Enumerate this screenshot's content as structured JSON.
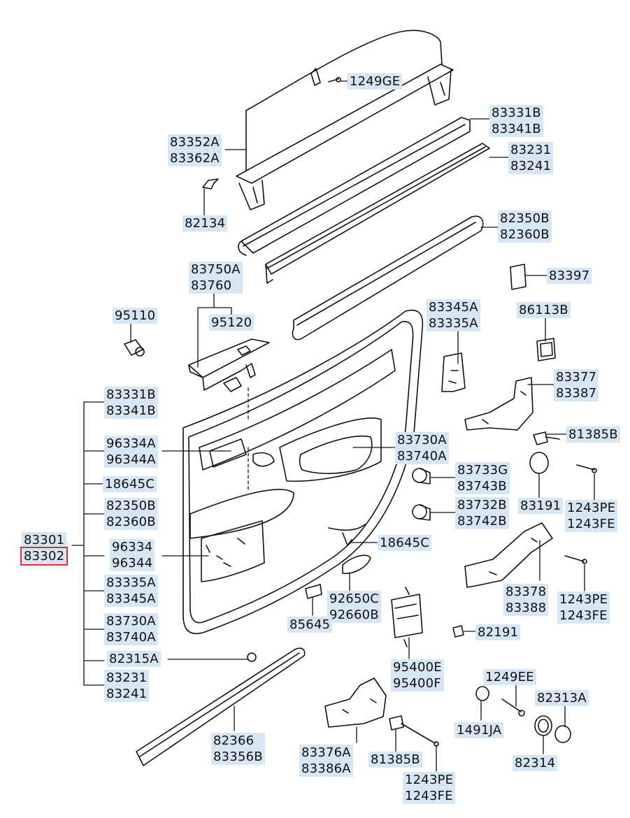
{
  "labels": {
    "l1249ge": [
      "1249GE"
    ],
    "l83331b_top": [
      "83331B",
      "83341B"
    ],
    "l83352a": [
      "83352A",
      "83362A"
    ],
    "l83231_top": [
      "83231",
      "83241"
    ],
    "l82134": [
      "82134"
    ],
    "l82350b_top": [
      "82350B",
      "82360B"
    ],
    "l83750a": [
      "83750A",
      "83760"
    ],
    "l83397": [
      "83397"
    ],
    "l95110": [
      "95110"
    ],
    "l95120": [
      "95120"
    ],
    "l83345a_top": [
      "83345A",
      "83335A"
    ],
    "l86113b": [
      "86113B"
    ],
    "l83377": [
      "83377",
      "83387"
    ],
    "l83331b_left": [
      "83331B",
      "83341B"
    ],
    "l96334a": [
      "96334A",
      "96344A"
    ],
    "l83730a_right": [
      "83730A",
      "83740A"
    ],
    "l81385b_right": [
      "81385B"
    ],
    "l18645c_left": [
      "18645C"
    ],
    "l82350b_left": [
      "82350B",
      "82360B"
    ],
    "l83733g": [
      "83733G",
      "83743B"
    ],
    "l83191": [
      "83191"
    ],
    "l1243pe_a": [
      "1243PE",
      "1243FE"
    ],
    "l83732b": [
      "83732B",
      "83742B"
    ],
    "l83301": [
      "83301"
    ],
    "l83302": [
      "83302"
    ],
    "l96334": [
      "96334",
      "96344"
    ],
    "l18645c_right": [
      "18645C"
    ],
    "l83378": [
      "83378",
      "83388"
    ],
    "l1243pe_b": [
      "1243PE",
      "1243FE"
    ],
    "l83335a_left": [
      "83335A",
      "83345A"
    ],
    "l92650c": [
      "92650C",
      "92660B"
    ],
    "l85645": [
      "85645"
    ],
    "l83730a_left": [
      "83730A",
      "83740A"
    ],
    "l82191": [
      "82191"
    ],
    "l82315a": [
      "82315A"
    ],
    "l95400e": [
      "95400E",
      "95400F"
    ],
    "l83231_left": [
      "83231",
      "83241"
    ],
    "l1249ee": [
      "1249EE"
    ],
    "l82313a": [
      "82313A"
    ],
    "l1491ja": [
      "1491JA"
    ],
    "l82366": [
      "82366",
      "83356B"
    ],
    "l83376a": [
      "83376A",
      "83386A"
    ],
    "l81385b_bottom": [
      "81385B"
    ],
    "l82314": [
      "82314"
    ],
    "l1243pe_c": [
      "1243PE",
      "1243FE"
    ]
  },
  "highlight_color": "#e0302a",
  "label_color": "#d6e6f4"
}
